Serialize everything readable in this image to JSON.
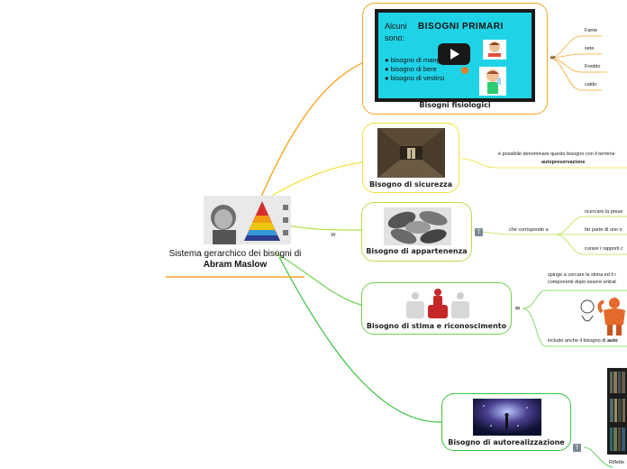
{
  "central": {
    "title_line1": "Sistema gerarchico dei bisogni di",
    "title_line2": "Abram Maslow"
  },
  "video": {
    "prefix": "Alcuni",
    "heading": "BISOGNI PRIMARI",
    "line2": "sono:",
    "bullets": [
      "bisogno di mangiare",
      "bisogno di bere",
      "bisogno di vestirsi"
    ]
  },
  "nodes": {
    "fisiologici": "Bisogni fisiologici",
    "sicurezza": "Bisogno di sicurezza",
    "appartenenza": "Bisogno di appartenenza",
    "stima": "Bisogno di stima e riconoscimento",
    "autorealizzazione": "Bisogno di autorealizzazione"
  },
  "leaves": {
    "fame": "Fame",
    "sete": "sete",
    "freddo": "Freddo",
    "caldo": "caldo",
    "sicurezza_1": "è possibile denominare questo bisogno con il termine",
    "sicurezza_2": "autopreservazione",
    "che_corrisponde": "che corrisponde a",
    "ricercare": "ricercare la prese",
    "far_parte": "far parte di uno o",
    "curare": "curare i rapporti c",
    "spinge_1": "spinge a cercare la stima ed il r",
    "spinge_2": "componenti dopo essere entrat",
    "include_prefix": "include anche il bisogno di",
    "include_bold": "auto",
    "riflette": "Riflette"
  },
  "icons": {
    "lines_badge": "≡",
    "note_badge": "T",
    "link_mark": "w"
  },
  "colors": {
    "fisiologici": "#f5a623",
    "sicurezza": "#f2e13a",
    "appartenenza": "#b8e04a",
    "stima": "#6fd24f",
    "autorealizzazione": "#39c43c",
    "central_underline": "#f5a623",
    "video_bg": "#1fd3e6"
  }
}
